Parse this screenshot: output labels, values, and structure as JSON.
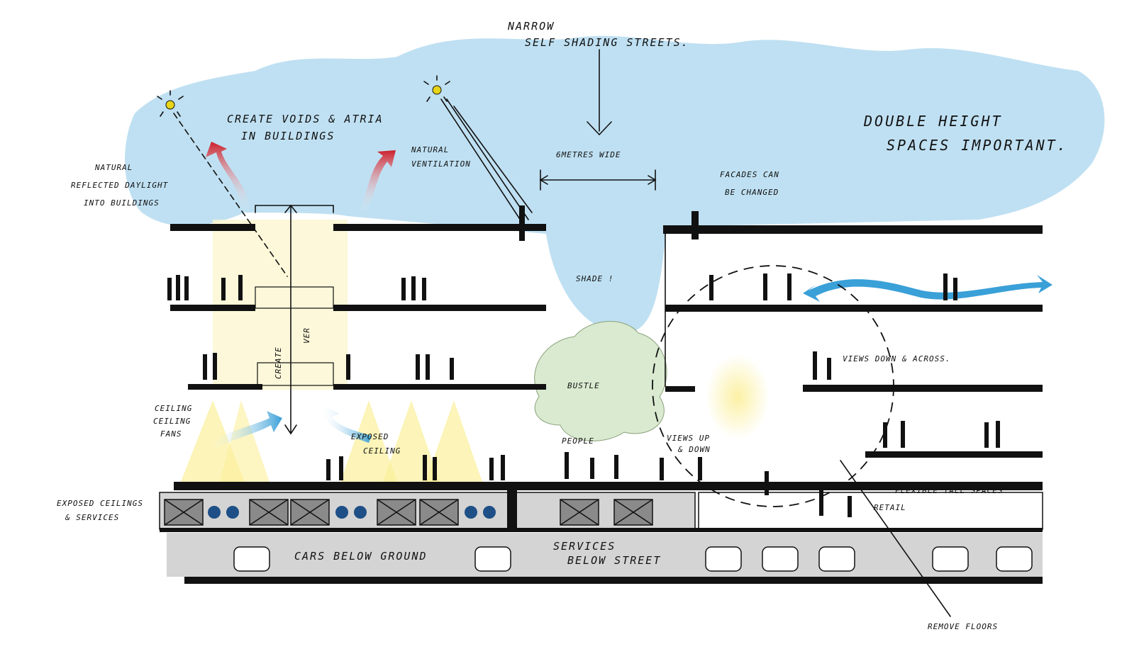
{
  "annotations": {
    "narrow_title": "NARROW",
    "narrow_subtitle": "SELF SHADING STREETS.",
    "street_width": "6METRES WIDE",
    "voids": [
      "CREATE VOIDS & ATRIA",
      "IN BUILDINGS"
    ],
    "daylight": [
      "NATURAL",
      "REFLECTED DAYLIGHT",
      "INTO BUILDINGS"
    ],
    "ventilation": [
      "NATURAL",
      "VENTILATION"
    ],
    "double_height": [
      "DOUBLE HEIGHT",
      "SPACES IMPORTANT."
    ],
    "facades": [
      "FACADES CAN",
      "BE CHANGED"
    ],
    "shade": "SHADE !",
    "bustle": "BUSTLE",
    "people": "PEOPLE",
    "create": "CREATE",
    "ver": "VER",
    "views_down": "VIEWS DOWN & ACROSS.",
    "views_up": [
      "VIEWS UP",
      "& DOWN"
    ],
    "ceiling_fans": [
      "CEILING",
      "CEILING",
      "FANS"
    ],
    "exposed_ceiling": [
      "EXPOSED",
      "CEILING"
    ],
    "exposed_services": [
      "EXPOSED CEILINGS",
      "& SERVICES"
    ],
    "cars": "CARS BELOW GROUND",
    "services": [
      "SERVICES",
      "BELOW STREET"
    ],
    "flexible": [
      "FLEXIBLE TALL SPACES",
      "RETAIL"
    ],
    "remove_floors": "REMOVE FLOORS"
  },
  "colors": {
    "sky": "#bfe0f2",
    "ink": "#111111",
    "red_arrow": "#cc1f2b",
    "blue_arrow": "#3aa0d8",
    "light_yellow": "#fbf1a6",
    "service_grey": "#d4d4d4",
    "tree_green": "#d9ead0"
  }
}
